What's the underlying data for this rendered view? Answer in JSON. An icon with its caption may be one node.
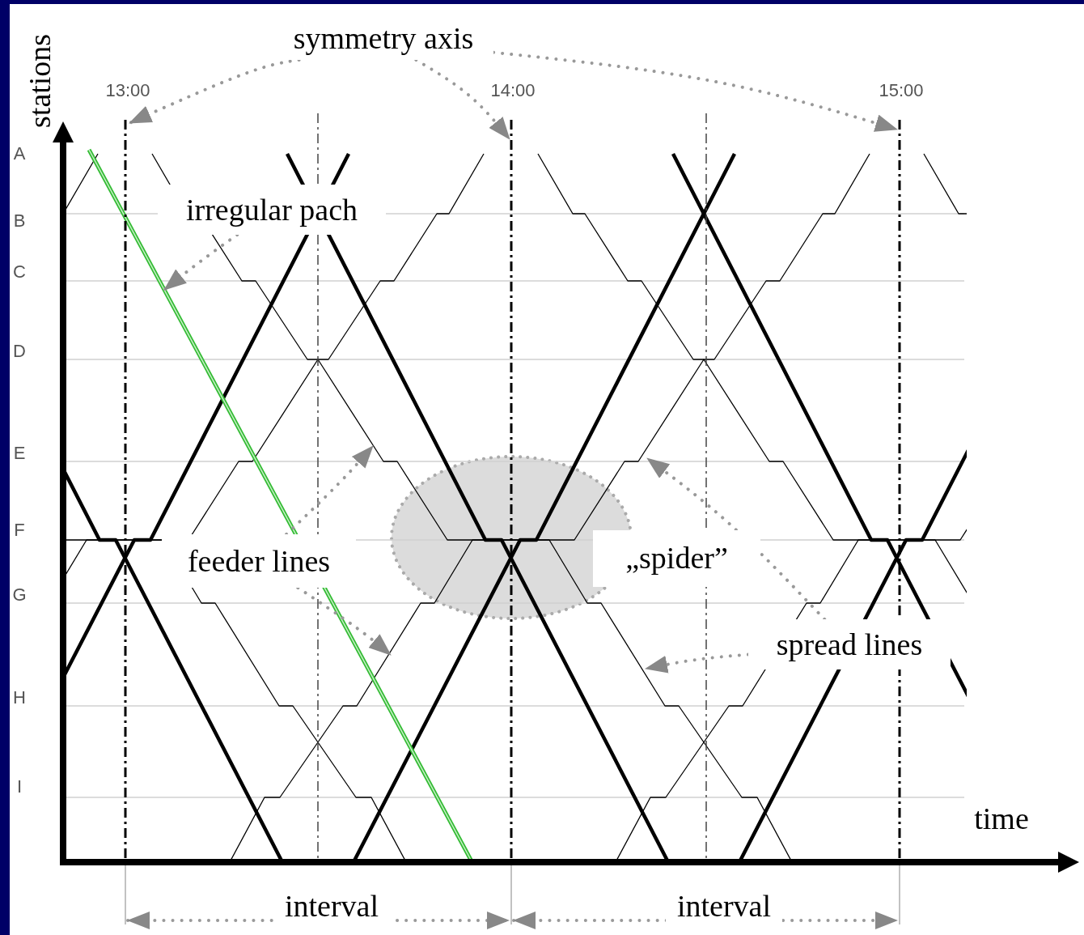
{
  "diagram": {
    "nodes": [
      {
        "text": [
          "symmetry axis"
        ]
      },
      {
        "text": [
          "irregular pach"
        ]
      },
      {
        "text": [
          "feeder lines"
        ]
      },
      {
        "text": [
          "spread lines"
        ]
      }
    ],
    "edges": [
      {
        "from": 0,
        "to": null,
        "arrow": "to"
      },
      {
        "from": 0,
        "to": null,
        "arrow": "to"
      },
      {
        "from": 0,
        "to": null,
        "arrow": "to"
      },
      {
        "from": 1,
        "to": null,
        "arrow": "to"
      },
      {
        "from": 2,
        "to": null,
        "arrow": "to"
      },
      {
        "from": 2,
        "to": null,
        "arrow": "to"
      },
      {
        "from": 3,
        "to": null,
        "arrow": "to"
      },
      {
        "from": 3,
        "to": null,
        "arrow": "to"
      }
    ],
    "labels": [
      "stations",
      "13:00",
      "14:00",
      "15:00",
      "A",
      "B",
      "C",
      "D",
      "E",
      "F",
      "G",
      "H",
      "I",
      "„spider”",
      "time",
      "interval",
      "interval"
    ]
  }
}
